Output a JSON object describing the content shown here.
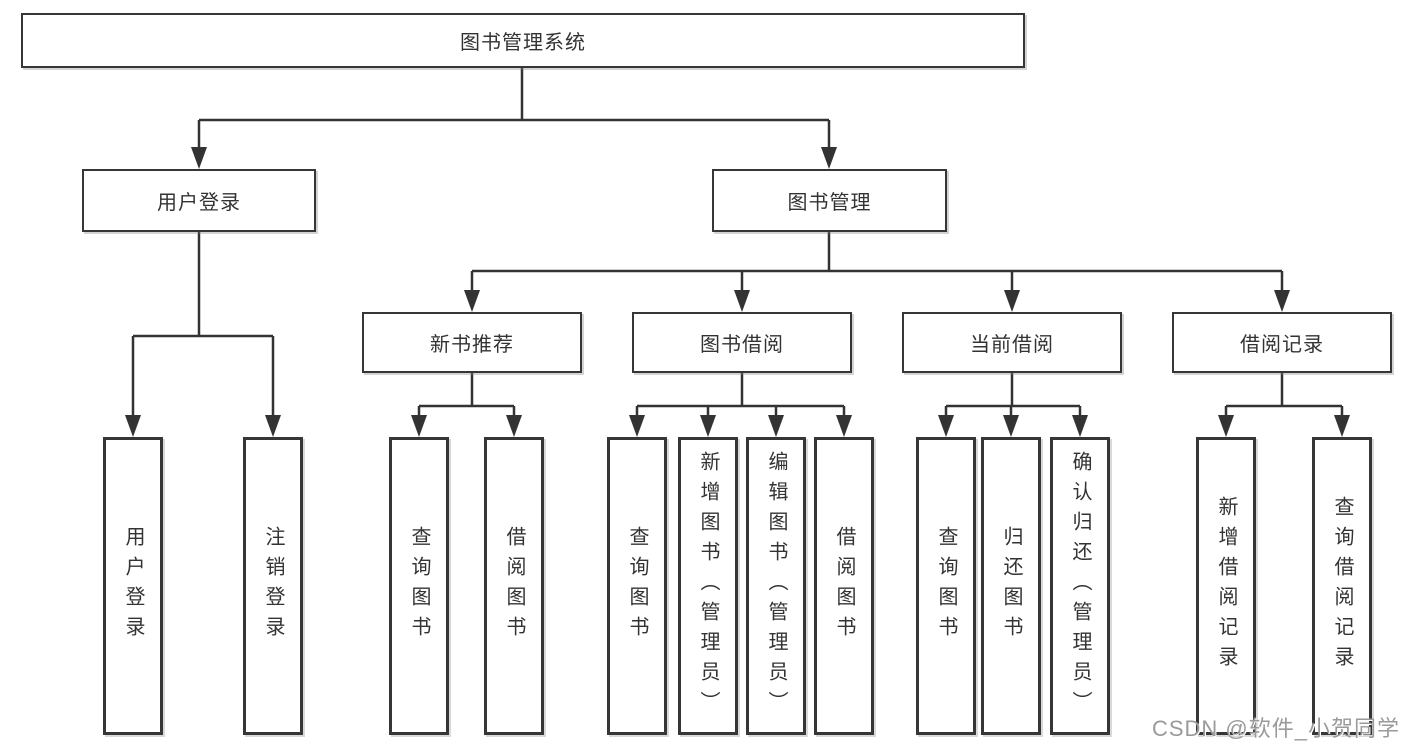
{
  "nodes": {
    "root": "图书管理系统",
    "user_login": "用户登录",
    "book_management": "图书管理",
    "new_book_recommend": "新书推荐",
    "book_borrow": "图书借阅",
    "current_borrow": "当前借阅",
    "borrow_records": "借阅记录"
  },
  "leaves": {
    "user_login": [
      "用户登录",
      "注销登录"
    ],
    "new_book_recommend": [
      "查询图书",
      "借阅图书"
    ],
    "book_borrow": [
      "查询图书",
      "新增图书（管理员）",
      "编辑图书（管理员）",
      "借阅图书"
    ],
    "current_borrow": [
      "查询图书",
      "归还图书",
      "确认归还（管理员）"
    ],
    "borrow_records": [
      "新增借阅记录",
      "查询借阅记录"
    ]
  },
  "watermark": "CSDN @软件_小贺同学",
  "colors": {
    "line": "#333333",
    "box_border": "#363636",
    "text": "#333333",
    "watermark": "#9a9a9a",
    "background": "#ffffff"
  }
}
